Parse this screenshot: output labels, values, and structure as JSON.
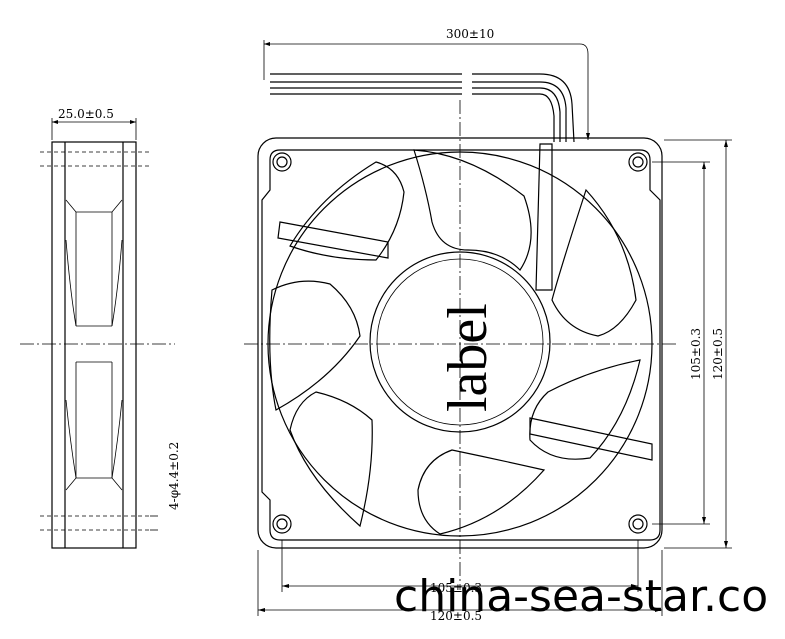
{
  "dimensions": {
    "cable_length": "300±10",
    "depth": "25.0±0.5",
    "hole_spec": "4-φ4.4±0.2",
    "hole_pitch_v": "105±0.3",
    "frame_height": "120±0.5",
    "hole_pitch_h": "105±0.3",
    "frame_width": "120±0.5"
  },
  "hub_label": "label",
  "watermark": "china-sea-star.co"
}
